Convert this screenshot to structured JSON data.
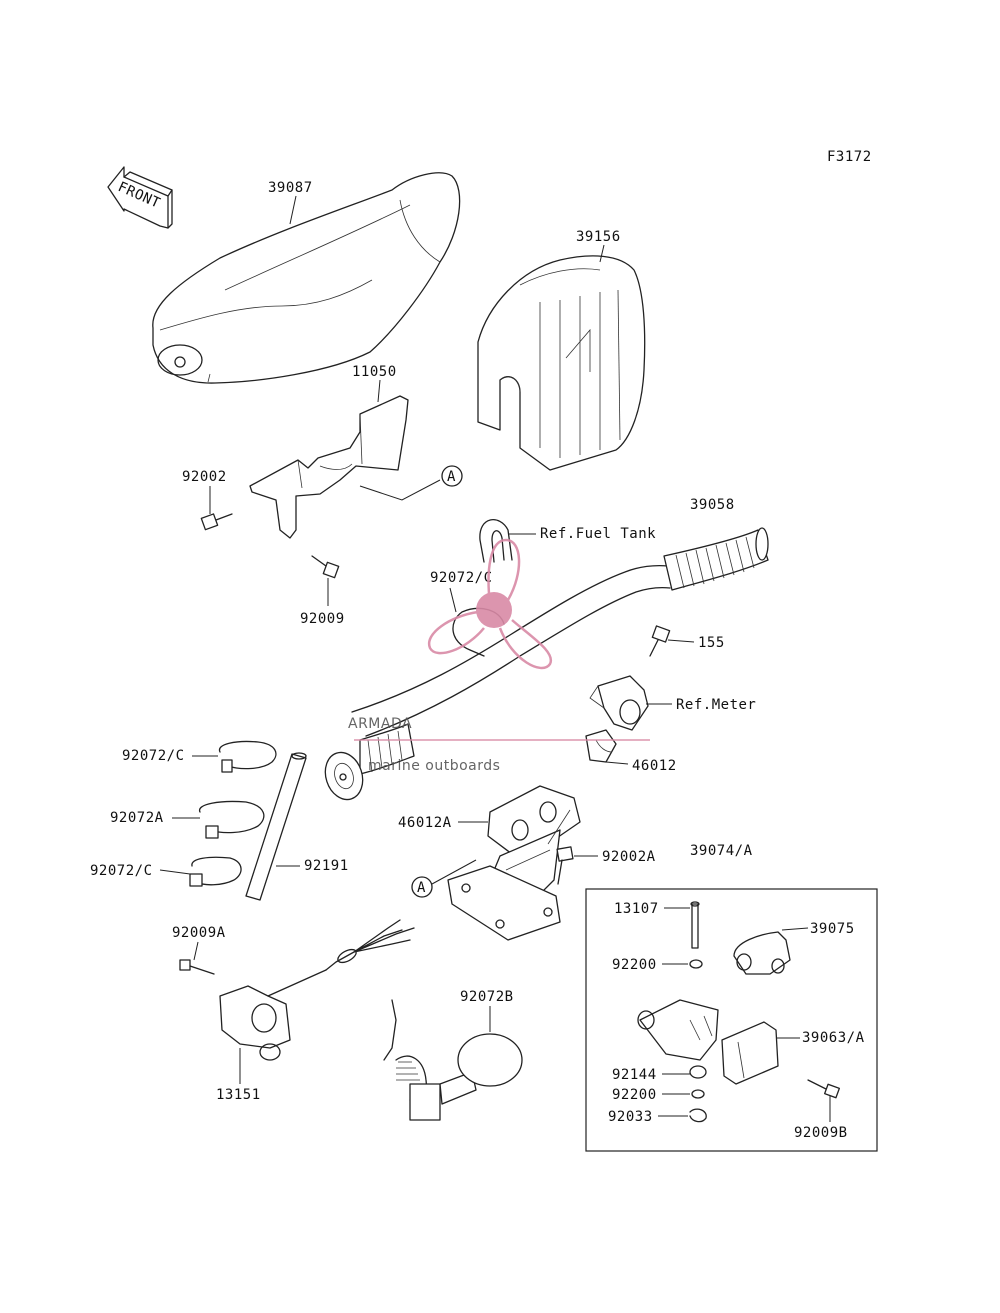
{
  "figure_code": "F3172",
  "front_arrow_label": "FRONT",
  "callout_letter": "A",
  "watermark": {
    "brand": "ARMADA",
    "tagline": "marine outboards",
    "color": "#d98aa6",
    "text_color": "#555555"
  },
  "parts": {
    "p39087": "39087",
    "p39156": "39156",
    "p11050": "11050",
    "p92002": "92002",
    "p92009": "92009",
    "p39058": "39058",
    "ref_fuel_tank": "Ref.Fuel Tank",
    "p92072c_top": "92072/C",
    "p155": "155",
    "ref_meter": "Ref.Meter",
    "p46012": "46012",
    "p92072c_left": "92072/C",
    "p92072a": "92072A",
    "p92072c_low": "92072/C",
    "p92191": "92191",
    "p46012a": "46012A",
    "p92002a": "92002A",
    "p39074a": "39074/A",
    "p92009a": "92009A",
    "p92072b": "92072B",
    "p13151": "13151",
    "p13107": "13107",
    "p39075": "39075",
    "p92200_top": "92200",
    "p39063a": "39063/A",
    "p92144": "92144",
    "p92200_low": "92200",
    "p92033": "92033",
    "p92009b": "92009B"
  }
}
